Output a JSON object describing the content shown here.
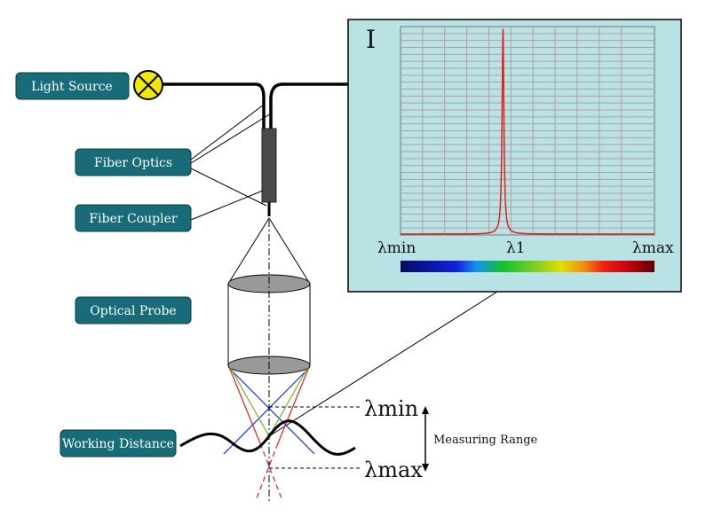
{
  "labels": {
    "light_source": "Light Source",
    "fiber_optics": "Fiber Optics",
    "fiber_coupler": "Fiber Coupler",
    "optical_probe": "Optical Probe",
    "working_distance": "Working Distance"
  },
  "range": {
    "lambda_min": "λmin",
    "lambda_max": "λmax",
    "measuring_range": "Measuring Range"
  },
  "spectrum": {
    "y_label": "I",
    "x_min_label": "λmin",
    "x_peak_label": "λ1",
    "x_max_label": "λmax",
    "peak_position": 0.4,
    "line_color": "#e02020"
  },
  "colors": {
    "label_box": "#186b78",
    "panel": "#b8e2e4",
    "lamp": "#f5e800"
  }
}
